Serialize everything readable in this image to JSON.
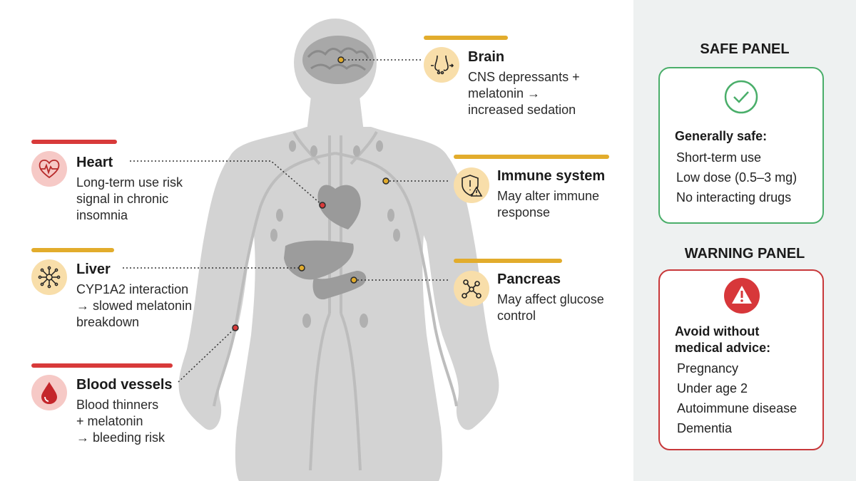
{
  "organs": {
    "brain": {
      "title": "Brain",
      "desc": "CNS depressants +\nmelatonin →\nincreased sedation",
      "icon": "nose-brain-icon"
    },
    "heart": {
      "title": "Heart",
      "desc": "Long-term use risk\nsignal in chronic\ninsomnia",
      "icon": "heart-pulse-icon"
    },
    "immune": {
      "title": "Immune system",
      "desc": "May alter immune\nresponse",
      "icon": "shield-warning-icon"
    },
    "liver": {
      "title": "Liver",
      "desc": "CYP1A2 interaction\n→ slowed melatonin\nbreakdown",
      "icon": "network-hub-icon"
    },
    "pancreas": {
      "title": "Pancreas",
      "desc": "May affect glucose\ncontrol",
      "icon": "molecule-icon"
    },
    "blood": {
      "title": "Blood vessels",
      "desc": "Blood thinners\n+ melatonin\n→ bleeding risk",
      "icon": "blood-drop-icon"
    }
  },
  "safe_panel": {
    "heading": "SAFE PANEL",
    "subheading": "Generally safe:",
    "items": [
      "Short-term use",
      "Low dose (0.5–3 mg)",
      "No interacting drugs"
    ],
    "icon": "checkmark-icon"
  },
  "warning_panel": {
    "heading": "WARNING PANEL",
    "subheading": "Avoid without\nmedical advice:",
    "items": [
      "Pregnancy",
      "Under age 2",
      "Autoimmune disease",
      "Dementia"
    ],
    "icon": "warning-triangle-icon"
  },
  "colors": {
    "red": "#d83a3a",
    "gold": "#e2ac2c",
    "safe_green": "#4aae6a",
    "warning_red": "#c8383a",
    "body_gray": "#d3d3d3"
  }
}
